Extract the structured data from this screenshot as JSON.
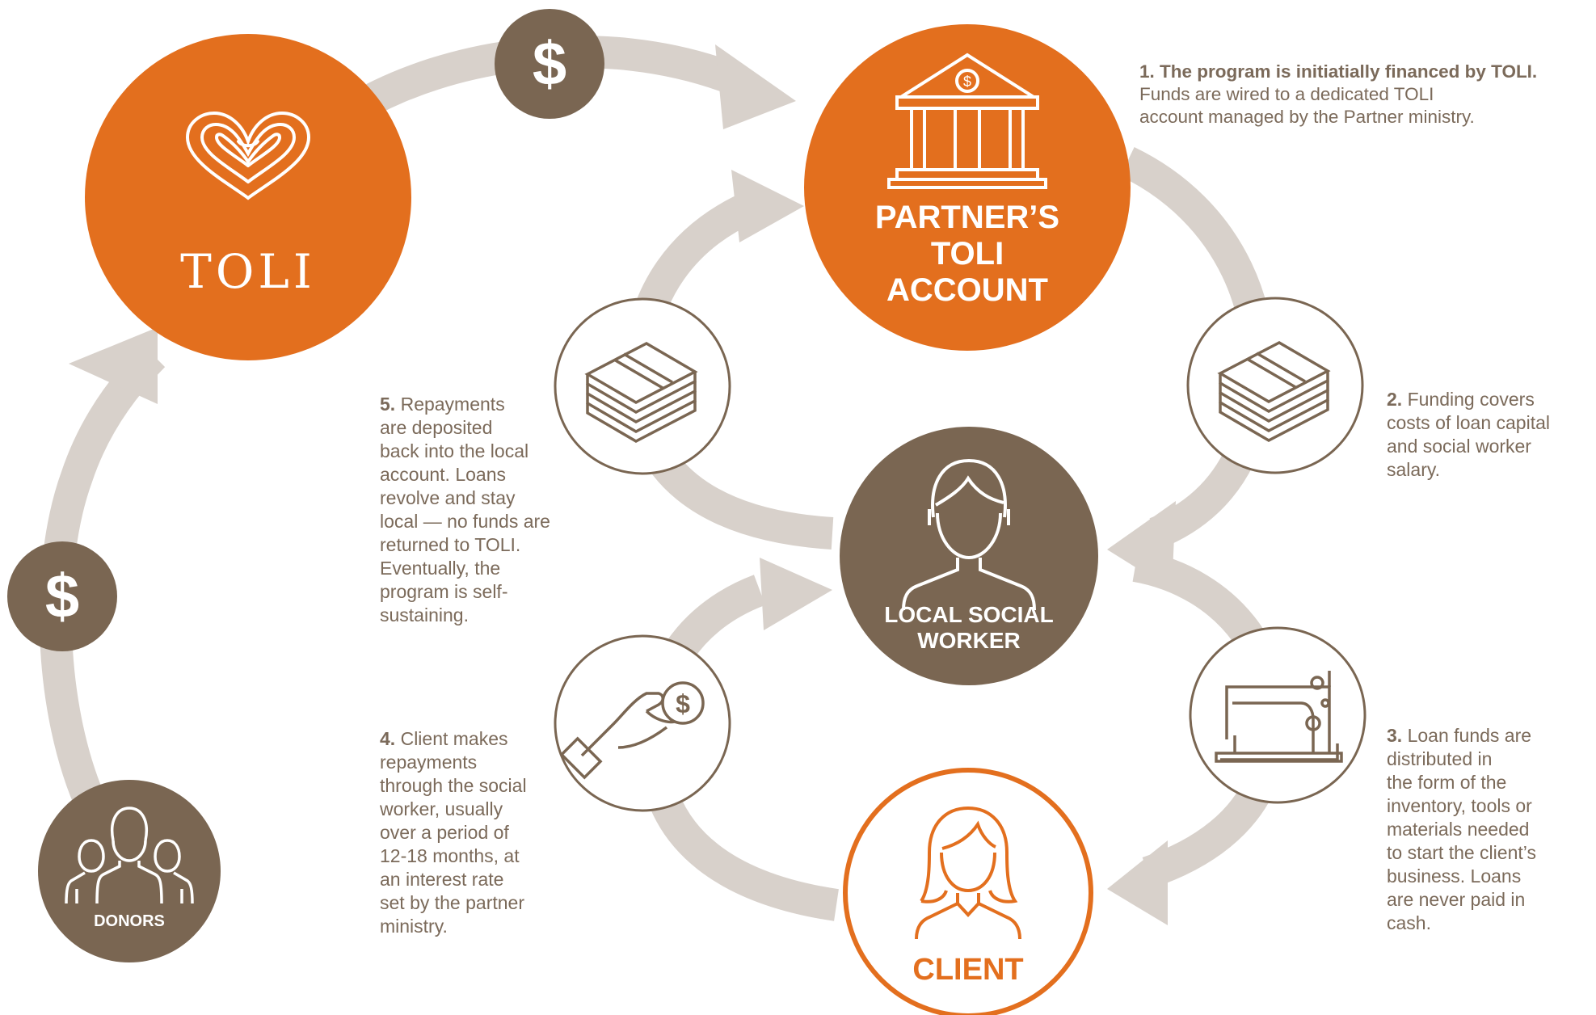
{
  "colors": {
    "orange": "#e36f1e",
    "brown": "#7a6652",
    "arrow": "#d8d1cb",
    "text": "#7b6a5a",
    "white": "#ffffff"
  },
  "nodes": {
    "toli": {
      "label": "TOLI",
      "icon": "fingerprint-heart-icon"
    },
    "partner": {
      "label_lines": [
        "PARTNER’S",
        "TOLI",
        "ACCOUNT"
      ],
      "icon": "bank-building-icon"
    },
    "worker": {
      "label_lines": [
        "LOCAL SOCIAL",
        "WORKER"
      ],
      "icon": "person-icon"
    },
    "client": {
      "label": "CLIENT",
      "icon": "woman-icon"
    },
    "donors": {
      "label": "DONORS",
      "icon": "group-icon"
    }
  },
  "dollar_sign": "$",
  "steps": [
    {
      "num": "1.",
      "lead": " The program is initiatially financed by TOLI.",
      "body": "Funds are wired to a dedicated TOLI\naccount managed by the Partner ministry."
    },
    {
      "num": "2.",
      "body": " Funding covers\ncosts of loan capital\nand social worker\nsalary."
    },
    {
      "num": "3.",
      "body": " Loan funds are\ndistributed in\nthe form of the\ninventory, tools or\nmaterials needed\nto start the client’s\nbusiness. Loans\nare never paid in\ncash."
    },
    {
      "num": "4.",
      "body": " Client makes\nrepayments\nthrough the social\nworker, usually\nover a period of\n12-18 months, at\nan interest rate\nset by the partner\nministry."
    },
    {
      "num": "5.",
      "body": " Repayments\nare deposited\nback into the local\naccount. Loans\nrevolve and stay\nlocal — no funds are\nreturned to TOLI.\nEventually, the\nprogram is self-\nsustaining."
    }
  ]
}
